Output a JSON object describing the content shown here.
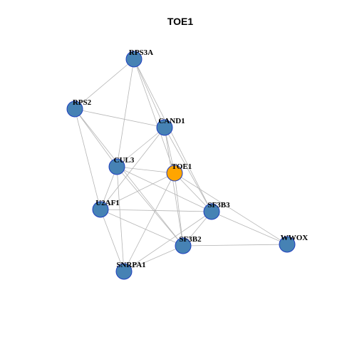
{
  "title": "TOE1",
  "colors": {
    "node_fill": "#4682b4",
    "node_border": "#1f3fbf",
    "focus_fill": "#ffa500",
    "edge": "#b5b5b5"
  },
  "graph": {
    "nodes": [
      {
        "id": "RPS3A",
        "label": "RPS3A",
        "focus": false
      },
      {
        "id": "RPS2",
        "label": "RPS2",
        "focus": false
      },
      {
        "id": "CAND1",
        "label": "CAND1",
        "focus": false
      },
      {
        "id": "CUL3",
        "label": "CUL3",
        "focus": false
      },
      {
        "id": "TOE1",
        "label": "TOE1",
        "focus": true
      },
      {
        "id": "U2AF1",
        "label": "U2AF1",
        "focus": false
      },
      {
        "id": "SF3B3",
        "label": "SF3B3",
        "focus": false
      },
      {
        "id": "SF3B2",
        "label": "SF3B2",
        "focus": false
      },
      {
        "id": "WWOX",
        "label": "WWOX",
        "focus": false
      },
      {
        "id": "SNRPA1",
        "label": "SNRPA1",
        "focus": false
      }
    ],
    "edges": [
      [
        "RPS3A",
        "RPS2"
      ],
      [
        "RPS3A",
        "CAND1"
      ],
      [
        "RPS3A",
        "CUL3"
      ],
      [
        "RPS3A",
        "TOE1"
      ],
      [
        "RPS3A",
        "SF3B3"
      ],
      [
        "RPS2",
        "CAND1"
      ],
      [
        "RPS2",
        "CUL3"
      ],
      [
        "RPS2",
        "U2AF1"
      ],
      [
        "RPS2",
        "SF3B2"
      ],
      [
        "CAND1",
        "TOE1"
      ],
      [
        "CAND1",
        "SF3B3"
      ],
      [
        "CAND1",
        "SF3B2"
      ],
      [
        "CAND1",
        "CUL3"
      ],
      [
        "CAND1",
        "U2AF1"
      ],
      [
        "CUL3",
        "TOE1"
      ],
      [
        "CUL3",
        "SF3B3"
      ],
      [
        "CUL3",
        "SF3B2"
      ],
      [
        "CUL3",
        "SNRPA1"
      ],
      [
        "CUL3",
        "U2AF1"
      ],
      [
        "TOE1",
        "U2AF1"
      ],
      [
        "TOE1",
        "SF3B3"
      ],
      [
        "TOE1",
        "SF3B2"
      ],
      [
        "TOE1",
        "SNRPA1"
      ],
      [
        "TOE1",
        "WWOX"
      ],
      [
        "U2AF1",
        "SF3B3"
      ],
      [
        "U2AF1",
        "SF3B2"
      ],
      [
        "U2AF1",
        "SNRPA1"
      ],
      [
        "SF3B3",
        "SF3B2"
      ],
      [
        "SF3B3",
        "WWOX"
      ],
      [
        "SF3B3",
        "SNRPA1"
      ],
      [
        "SF3B2",
        "WWOX"
      ],
      [
        "SF3B2",
        "SNRPA1"
      ]
    ]
  }
}
